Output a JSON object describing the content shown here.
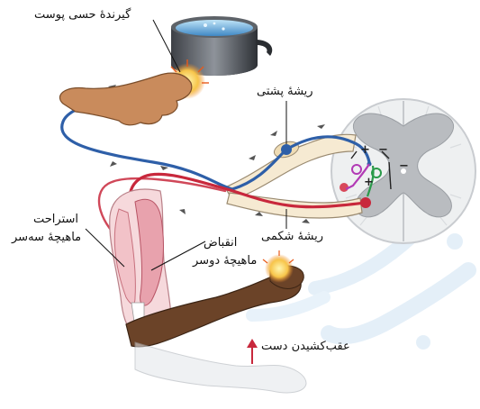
{
  "labels": {
    "skin_receptor": "گیرندهٔ حسی پوست",
    "dorsal_root": "ریشهٔ پشتی",
    "ventral_root": "ریشهٔ شکمی",
    "triceps_relax_line1": "استراحت",
    "triceps_relax_line2": "ماهیچهٔ سه‌سر",
    "biceps_contract_line1": "انقباض",
    "biceps_contract_line2": "ماهیچهٔ دوسر",
    "hand_withdrawal": "عقب‌کشیدن دست"
  },
  "symbols": {
    "plus_1": "+",
    "plus_2": "+",
    "minus_1": "−",
    "minus_2": "−"
  },
  "colors": {
    "sensory_neuron": "#2e5fa8",
    "motor_neuron": "#c8283c",
    "interneuron_excite": "#2a9a4a",
    "interneuron_inhibit": "#b23ab5",
    "grey_matter": "#b9bcc0",
    "white_matter": "#eef0f1",
    "skin": "#c98b5c",
    "muscle": "#f2c2c8",
    "nerve_sheath": "#f6ead2",
    "watermark": "#cfe3f4"
  },
  "icons": [
    "pot-icon",
    "hand-icon",
    "arrow-up-icon"
  ]
}
